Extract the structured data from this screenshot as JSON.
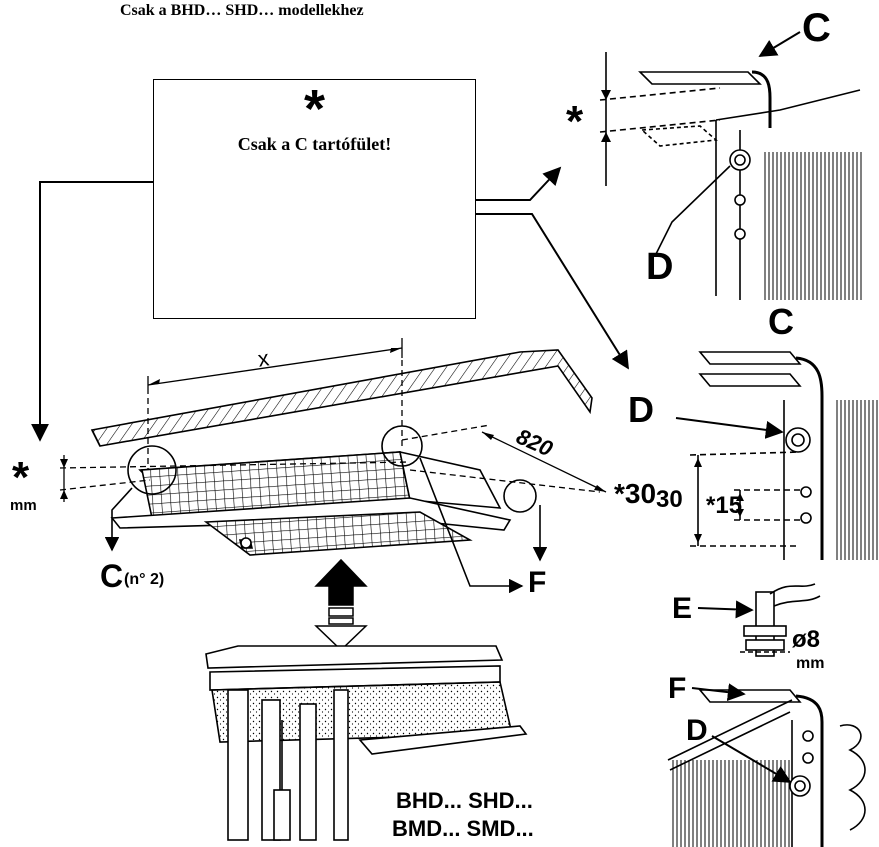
{
  "header": {
    "note": "Csak a BHD… SHD… modellekhez"
  },
  "panel": {
    "star": "*",
    "text": "Csak a C tartófület!"
  },
  "main_view": {
    "dim_x": "x",
    "dim_820": "820",
    "left_star": "*",
    "left_unit": "mm",
    "right_dim": "*30",
    "bracket_label": "C",
    "bracket_count": "(n° 2)",
    "f_label": "F"
  },
  "detail_top": {
    "c_label": "C",
    "star": "*",
    "d_label": "D"
  },
  "detail_mid": {
    "c_label": "C",
    "d_label": "D",
    "dim_30": "30",
    "dim_15": "*15"
  },
  "detail_bottom": {
    "e_label": "E",
    "diameter": "ø8",
    "unit": "mm",
    "f_label": "F",
    "d_label": "D"
  },
  "lift_view": {
    "models_line1": "BHD... SHD...",
    "models_line2": "BMD... SMD..."
  }
}
